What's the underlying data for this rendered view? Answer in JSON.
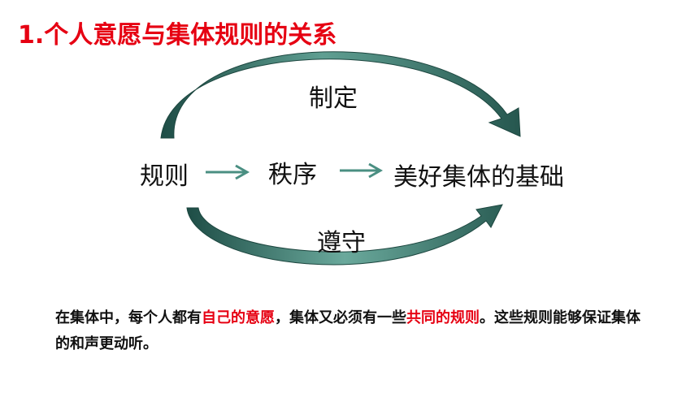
{
  "title": "1.个人意愿与集体规则的关系",
  "diagram": {
    "nodes": {
      "rule": "规则",
      "order": "秩序",
      "foundation": "美好集体的基础"
    },
    "top_arrow_label": "制定",
    "bottom_arrow_label": "遵守"
  },
  "paragraph": {
    "part1": "在集体中，每个人都有",
    "highlight1": "自己的意愿",
    "part2": "，集体又必须有一些",
    "highlight2": "共同的规则",
    "part3": "。这些规则能够保证集体的和声更动听。"
  },
  "colors": {
    "title": "#e60012",
    "highlight": "#e60012",
    "arrow_dark": "#1e4d46",
    "arrow_light": "#5fa093"
  }
}
